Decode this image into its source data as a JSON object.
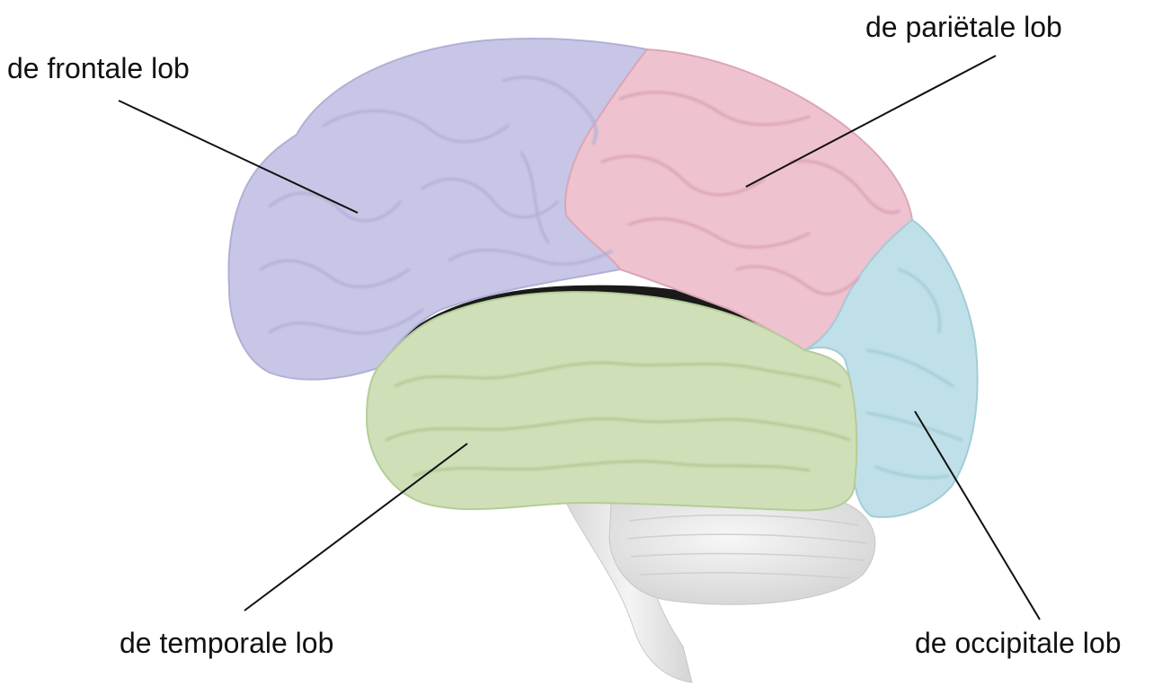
{
  "labels": {
    "frontal": "de frontale lob",
    "parietal": "de pariëtale lob",
    "temporal": "de temporale lob",
    "occipital": "de occipitale lob"
  },
  "colors": {
    "frontal": "#c8c6e6",
    "parietal": "#eec2cf",
    "temporal": "#cfe0b8",
    "occipital": "#bfe0e8",
    "cerebellum": "#ececec",
    "brainstem": "#e6e6e6",
    "gap": "#1a1a1a",
    "leader_line": "#111111"
  }
}
